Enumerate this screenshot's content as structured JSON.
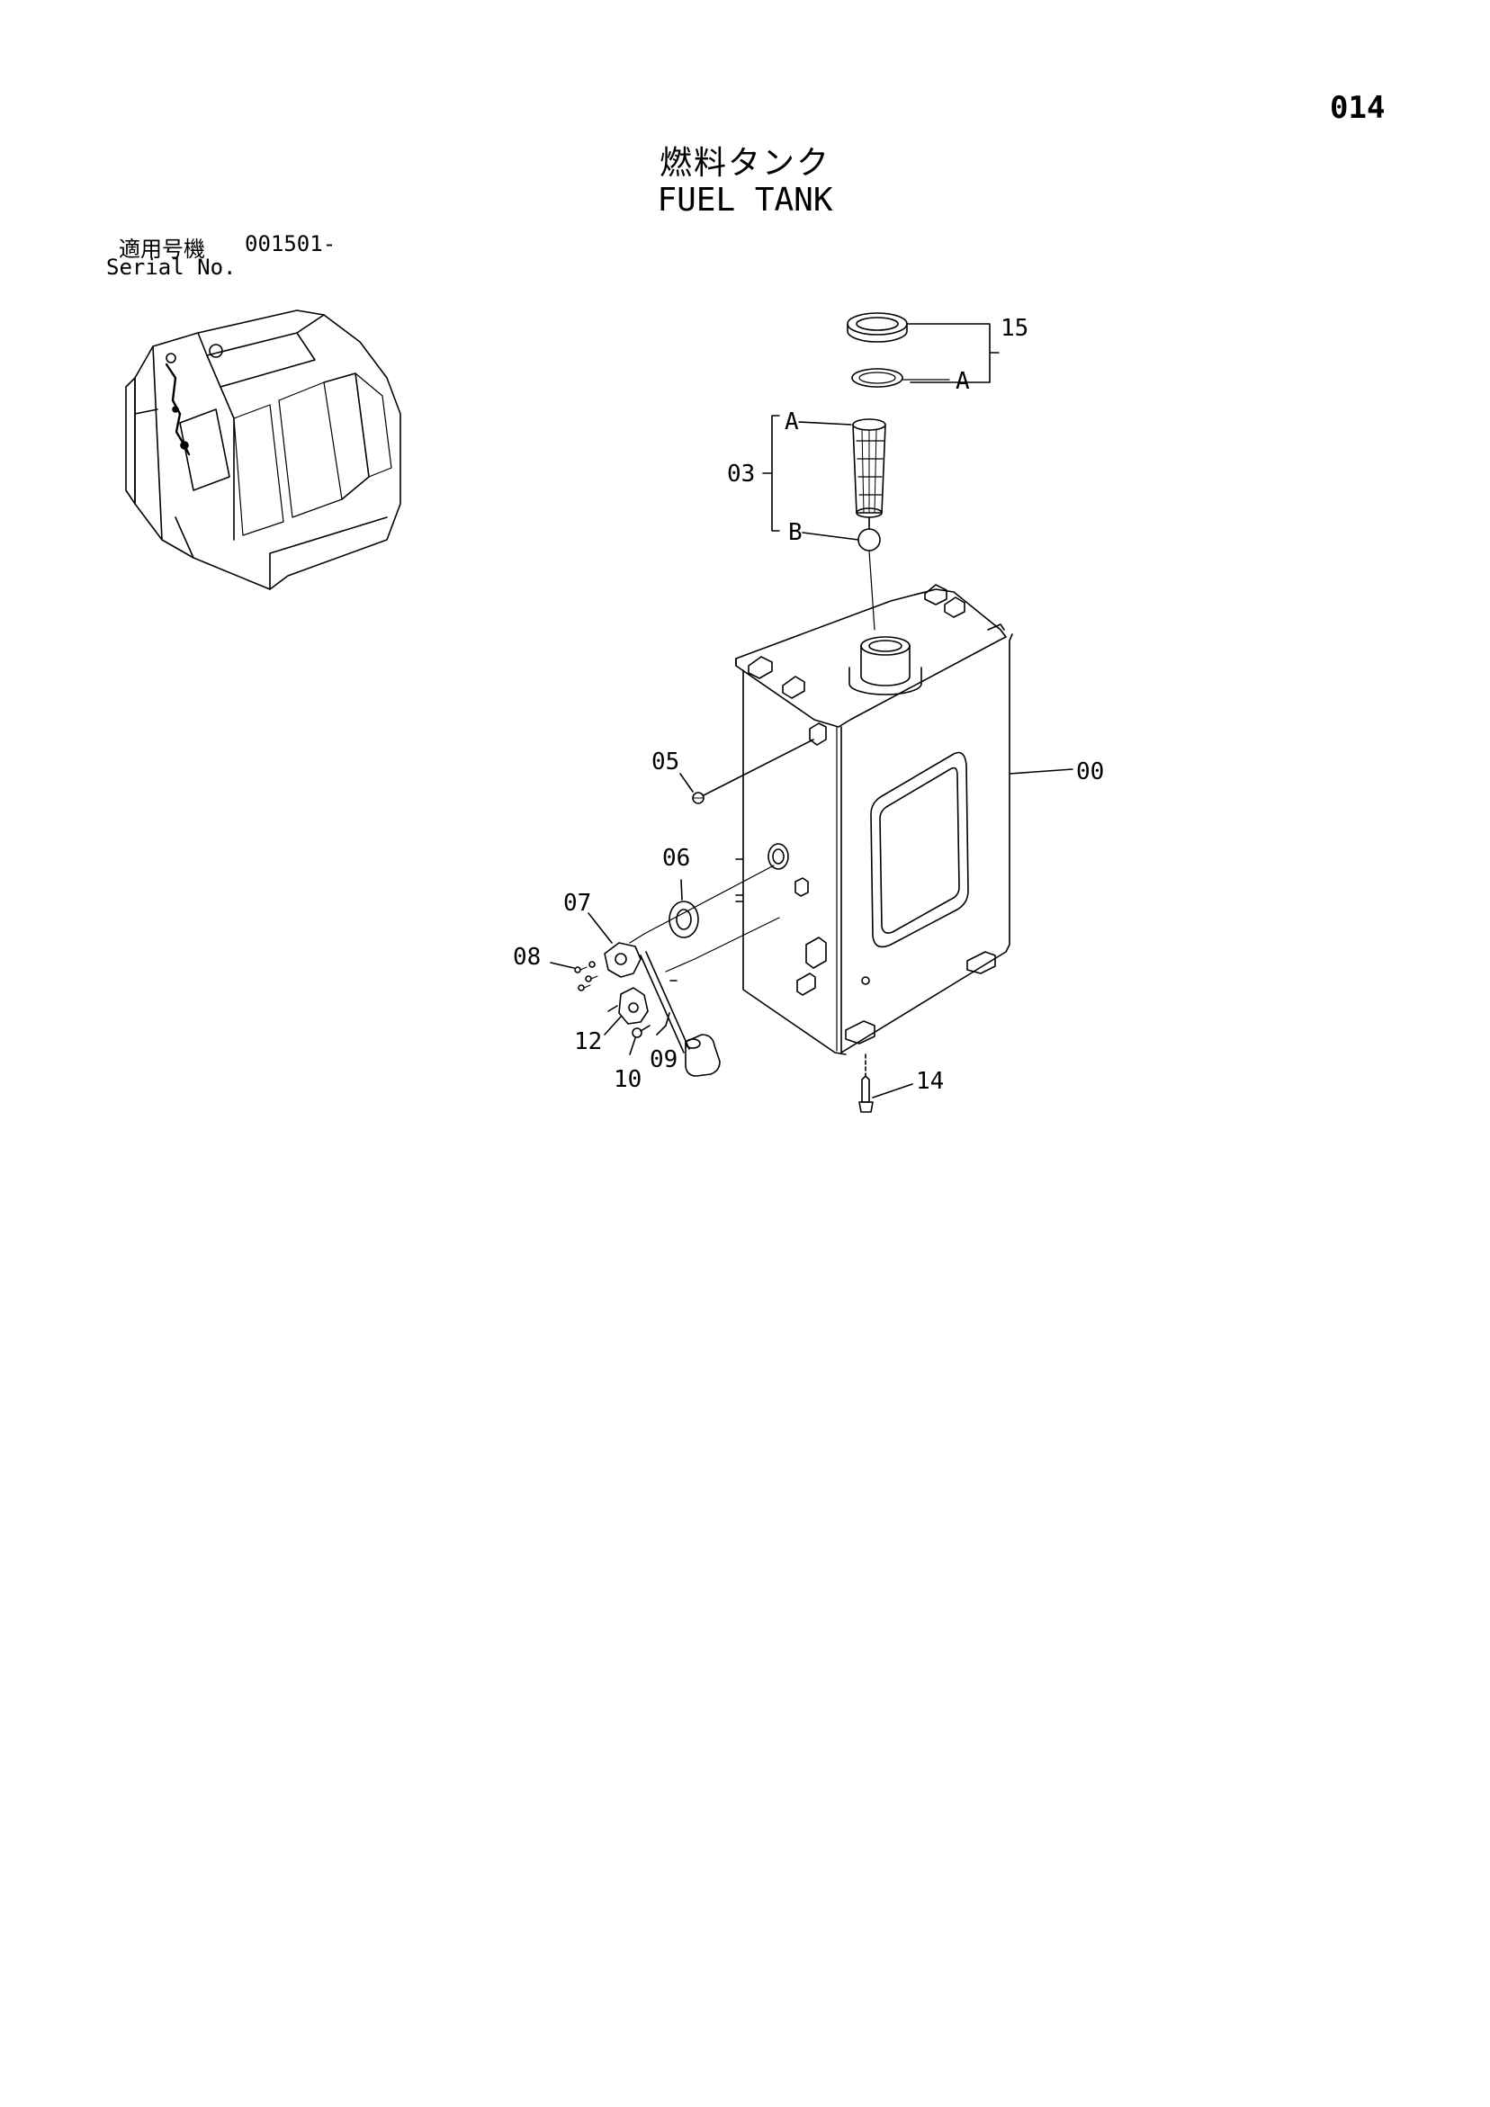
{
  "page": {
    "number": "014",
    "title_jp": "燃料タンク",
    "title_en": "FUEL TANK",
    "serial_label_jp": "適用号機",
    "serial_value": "001501-",
    "serial_label_en": "Serial No."
  },
  "callouts": {
    "p00": "00",
    "p03": "03",
    "p05": "05",
    "p06": "06",
    "p07": "07",
    "p08": "08",
    "p09": "09",
    "p10": "10",
    "p12": "12",
    "p14": "14",
    "p15": "15",
    "a_top": "A",
    "a_side": "A",
    "b_side": "B"
  },
  "colors": {
    "ink": "#000000",
    "paper": "#ffffff"
  }
}
